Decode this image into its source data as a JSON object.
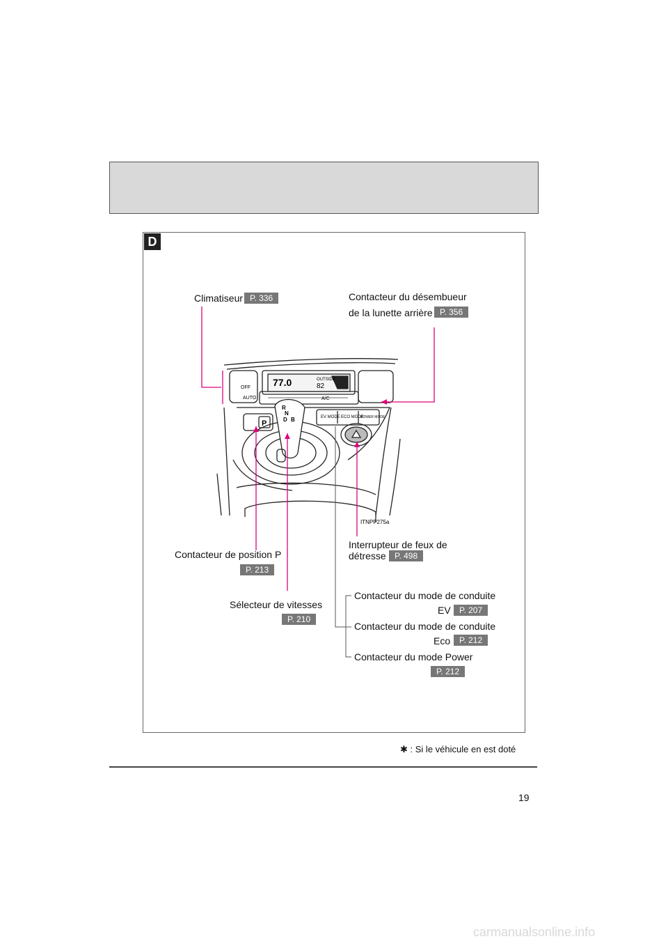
{
  "section": {
    "letter": "D"
  },
  "labels": {
    "climatiseur": {
      "text": "Climatiseur",
      "ref": "P. 336"
    },
    "desembueur": {
      "line1": "Contacteur du désembueur",
      "line2": "de la lunette arrière",
      "ref": "P. 356"
    },
    "position_p": {
      "text": "Contacteur de position P",
      "ref": "P. 213"
    },
    "feux_detresse": {
      "line1": "Interrupteur de feux de",
      "line2": "détresse",
      "ref": "P. 498"
    },
    "selecteur": {
      "text": "Sélecteur de vitesses",
      "ref": "P. 210"
    },
    "mode_ev": {
      "line1": "Contacteur du mode de conduite",
      "line2": "EV",
      "ref": "P. 207"
    },
    "mode_eco": {
      "line1": "Contacteur du mode de conduite",
      "line2": "Eco",
      "ref": "P. 212"
    },
    "mode_power": {
      "text": "Contacteur du mode Power",
      "ref": "P. 212"
    }
  },
  "illustration": {
    "code": "ITNPP275a",
    "display_temp": "77.0",
    "display_outside_label": "OUTSIDE",
    "display_outside_temp": "82",
    "btn_off": "OFF",
    "btn_auto": "AUTO",
    "btn_ac": "A/C",
    "btn_ev": "EV MODE",
    "btn_eco": "ECO MODE",
    "btn_power": "POWER MODE",
    "btn_p": "P",
    "gears": [
      "R",
      "N",
      "D",
      "B"
    ]
  },
  "footnote": {
    "symbol": "✱",
    "text": ": Si le véhicule en est doté"
  },
  "page_number": "19",
  "watermark": "carmanualsonline.info",
  "colors": {
    "leader": "#e0007a",
    "ref_bg": "#777777",
    "header_band": "#d9d9d9"
  }
}
